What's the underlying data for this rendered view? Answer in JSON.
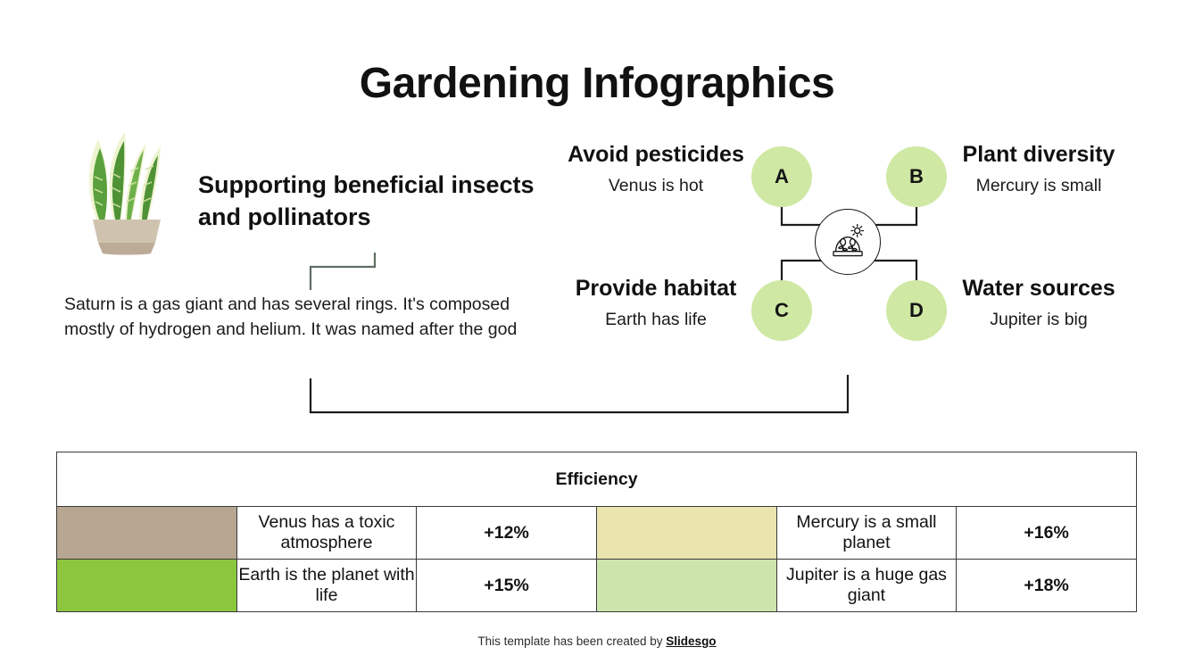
{
  "title": "Gardening Infographics",
  "left_section": {
    "icon": "potted-snake-plant",
    "heading": "Supporting beneficial insects and pollinators",
    "body": "Saturn is a gas giant and has several rings. It's composed mostly of hydrogen and helium. It was named after the god"
  },
  "diagram": {
    "hub_icon": "greenhouse-with-sun-icon",
    "node_color": "#cfe8a4",
    "nodes": [
      {
        "key": "A",
        "label": "A",
        "position": "top-left"
      },
      {
        "key": "B",
        "label": "B",
        "position": "top-right"
      },
      {
        "key": "C",
        "label": "C",
        "position": "bottom-left"
      },
      {
        "key": "D",
        "label": "D",
        "position": "bottom-right"
      }
    ],
    "quadrants": [
      {
        "title": "Avoid pesticides",
        "subtitle": "Venus is hot",
        "position": "top-left"
      },
      {
        "title": "Plant diversity",
        "subtitle": "Mercury is small",
        "position": "top-right"
      },
      {
        "title": "Provide habitat",
        "subtitle": "Earth has life",
        "position": "bottom-left"
      },
      {
        "title": "Water sources",
        "subtitle": "Jupiter is big",
        "position": "bottom-right"
      }
    ]
  },
  "table": {
    "header": "Efficiency",
    "rows": [
      {
        "left_swatch": "#b6a692",
        "left_text": "Venus has a toxic atmosphere",
        "left_pct": "+12%",
        "right_swatch": "#eae4ae",
        "right_text": "Mercury is a small planet",
        "right_pct": "+16%"
      },
      {
        "left_swatch": "#8cc63f",
        "left_text": "Earth is the planet with life",
        "left_pct": "+15%",
        "right_swatch": "#cce5ad",
        "right_text": "Jupiter is a huge gas giant",
        "right_pct": "+18%"
      }
    ]
  },
  "footer": {
    "text": "This template has been created by ",
    "brand": "Slidesgo"
  },
  "colors": {
    "node_green": "#cfe8a4",
    "connector": "#5f6f63",
    "connector_dark": "#1c1c1c",
    "text": "#111111"
  }
}
